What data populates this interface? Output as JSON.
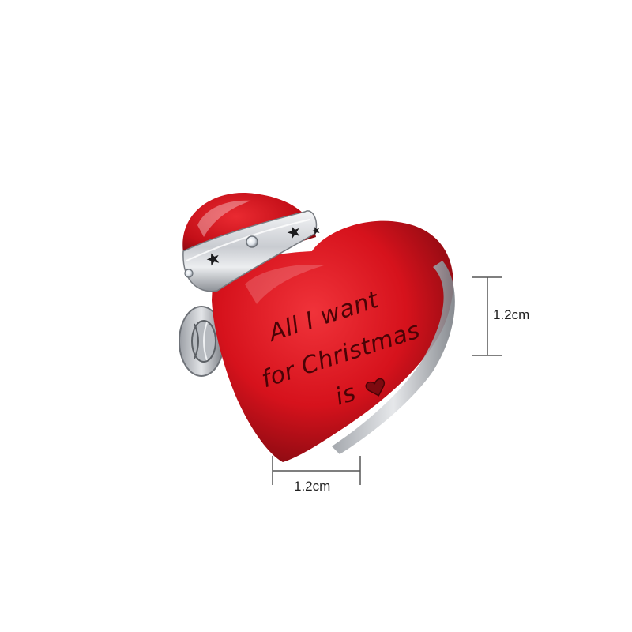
{
  "product": {
    "engraving": {
      "line1": "All I want",
      "line2": "for Christmas",
      "line3": "is"
    },
    "engraving_heart": "heart-icon",
    "hat_band_icons": [
      "star-icon",
      "gem-icon",
      "star-icon",
      "gem-icon",
      "star-icon"
    ]
  },
  "dimensions": {
    "height_label": "1.2cm",
    "width_label": "1.2cm"
  },
  "colors": {
    "enamel_red": "#d6121c",
    "enamel_dark": "#8e0a10",
    "silver": "#cfd2d6",
    "silver_dark": "#7c8086",
    "dimension_line": "#555555",
    "background": "#ffffff"
  }
}
